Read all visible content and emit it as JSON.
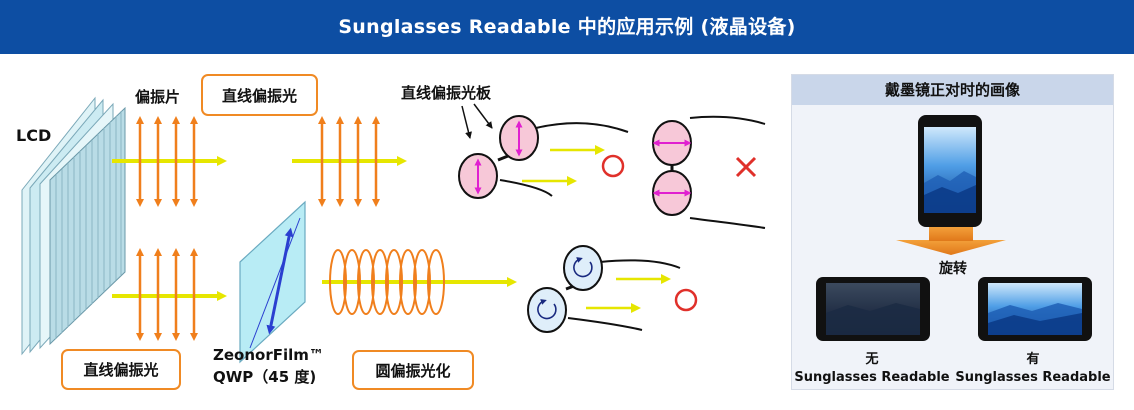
{
  "header": {
    "title": "Sunglasses Readable 中的应用示例 (液晶设备)",
    "background": "#0d4ea3"
  },
  "diagram": {
    "lcd_label": "LCD",
    "polarizer_label": "偏振片",
    "linear_polarized_label": "直线偏振光",
    "polarized_glasses_label": "直线偏振光板",
    "film_label_line1": "ZeonorFilm™",
    "film_label_line2": "QWP（45 度)",
    "circular_label": "圆偏振光化",
    "bottom_linear_label": "直线偏振光",
    "result_ok_symbol": "○",
    "result_ng_symbol": "×",
    "colors": {
      "arrow_orange": "#f07f1c",
      "beam_yellow": "#e6e600",
      "lens_pink": "#f7c8d8",
      "lens_arrow_magenta": "#e020d0",
      "lens_blue": "#dfeefa",
      "circle_ok_red": "#e0302a",
      "film_cyan": "#b8ecf5",
      "film_arrow_blue": "#2a3fd0"
    }
  },
  "panel": {
    "title": "戴墨镜正对时的画像",
    "rotate_label": "旋转",
    "left_caption_line1": "无",
    "left_caption_line2": "Sunglasses Readable",
    "right_caption_line1": "有",
    "right_caption_line2": "Sunglasses Readable"
  }
}
